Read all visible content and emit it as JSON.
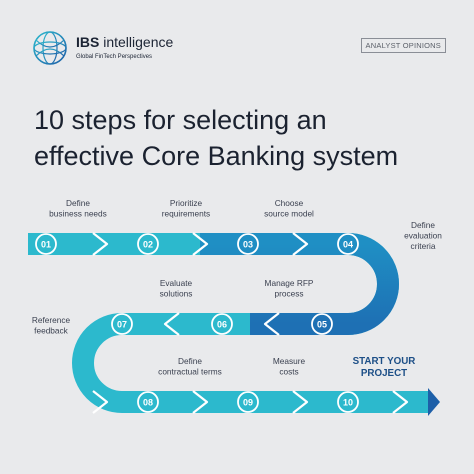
{
  "header": {
    "brand_bold": "IBS",
    "brand_rest": " intelligence",
    "tagline": "Global FinTech Perspectives",
    "badge": "ANALYST OPINIONS"
  },
  "title": {
    "line1": "10 steps for selecting an",
    "line2": "effective Core Banking system"
  },
  "steps": [
    {
      "number": "01",
      "label_lines": [
        "Define",
        "business needs"
      ]
    },
    {
      "number": "02",
      "label_lines": [
        "Prioritize",
        "requirements"
      ]
    },
    {
      "number": "03",
      "label_lines": [
        "Choose",
        "source model"
      ]
    },
    {
      "number": "04",
      "label_lines": [
        "Define",
        "evaluation",
        "criteria"
      ]
    },
    {
      "number": "05",
      "label_lines": [
        "Manage RFP",
        "process"
      ]
    },
    {
      "number": "06",
      "label_lines": [
        "Evaluate",
        "solutions"
      ]
    },
    {
      "number": "07",
      "label_lines": [
        "Reference",
        "feedback"
      ]
    },
    {
      "number": "08",
      "label_lines": [
        "Define",
        "contractual terms"
      ]
    },
    {
      "number": "09",
      "label_lines": [
        "Measure",
        "costs"
      ]
    },
    {
      "number": "10",
      "label_lines": [
        "START YOUR",
        "PROJECT"
      ]
    }
  ],
  "colors": {
    "teal": "#2cb9cd",
    "mid": "#1f8fc4",
    "blue": "#1d5fa8",
    "label": "#3b4150",
    "accent_label": "#1d4f87",
    "background": "#e9eaec"
  },
  "icons": {
    "logo": "globe-logo-icon",
    "step_marker": "circle-marker-icon",
    "chevron": "chevron-arrow-icon"
  }
}
